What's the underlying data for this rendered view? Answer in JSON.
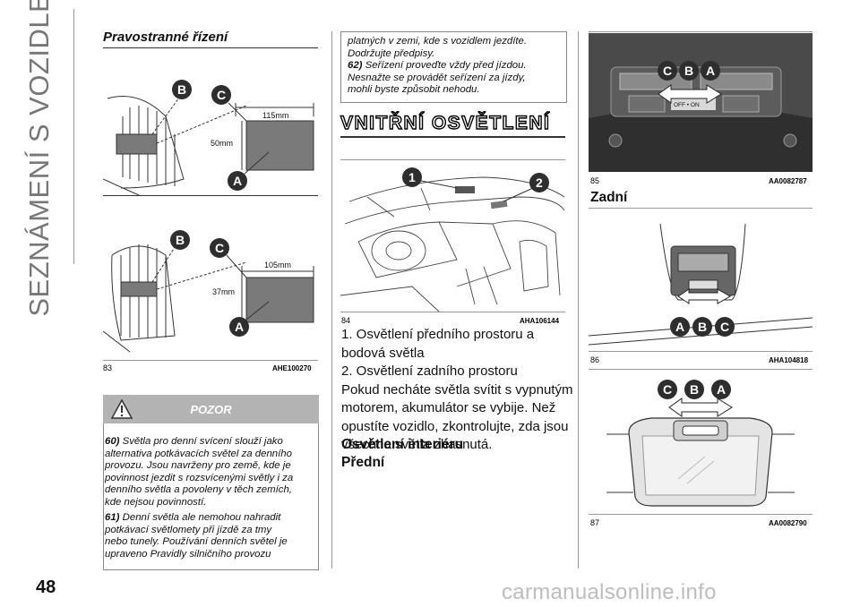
{
  "side_title": "SEZNÁMENÍ S VOZIDLEM",
  "col1": {
    "heading": "Pravostranné řízení",
    "fig_top": {
      "dim_h": "115mm",
      "dim_v": "50mm"
    },
    "fig_bottom": {
      "dim_h": "105mm",
      "dim_v": "37mm"
    },
    "caption_num": "83",
    "caption_code": "AHE100270",
    "warning": {
      "title": "POZOR",
      "para1_num": "60)",
      "para1_lines": [
        "Světla pro denní svícení slouží jako",
        "alternativa potkávacích světel za denního",
        "provozu. Jsou navrženy pro země, kde je",
        "povinnost jezdit s rozsvícenými světly i za",
        "denního světla a povoleny v těch zemích,",
        "kde nejsou povinností."
      ],
      "para2_num": "61)",
      "para2_lines": [
        "Denní světla ale nemohou nahradit",
        "potkávací světlomety při jízdě za tmy",
        "nebo tunely. Používání denních světel je",
        "upraveno Pravidly silničního provozu"
      ]
    }
  },
  "col2": {
    "box_lines": [
      "platných v zemi, kde s vozidlem jezdíte.",
      "Dodržujte předpisy."
    ],
    "box_para_num": "62)",
    "box_para_lines": [
      "Seřízení proveďte vždy před jízdou.",
      "Nesnažte se provádět seřízení za jízdy,",
      "mohli byste způsobit nehodu."
    ],
    "section_title": "VNITŘNÍ OSVĚTLENÍ",
    "fig": {
      "num": "84",
      "code": "AHA106144",
      "callouts": [
        "1",
        "2"
      ]
    },
    "body_lines": [
      "1. Osvětlení předního prostoru a",
      "bodová světla",
      "2. Osvětlení zadního prostoru",
      "Pokud necháte světla svítit s vypnutým",
      "motorem, akumulátor se vybije. Než",
      "opustíte vozidlo, zkontrolujte, zda jsou",
      "všechna světla zhasnutá."
    ],
    "subhead1": "Osvětlení interiéru",
    "subhead2": "Přední"
  },
  "col3": {
    "fig85": {
      "num": "85",
      "code": "AA0082787",
      "switch_label": "OFF  •  ON"
    },
    "subhead": "Zadní",
    "fig86": {
      "num": "86",
      "code": "AHA104818"
    },
    "fig87": {
      "num": "87",
      "code": "AA0082790"
    }
  },
  "callout_letters": {
    "a": "A",
    "b": "B",
    "c": "C"
  },
  "page_number": "48",
  "watermark": "carmanualsonline.info"
}
